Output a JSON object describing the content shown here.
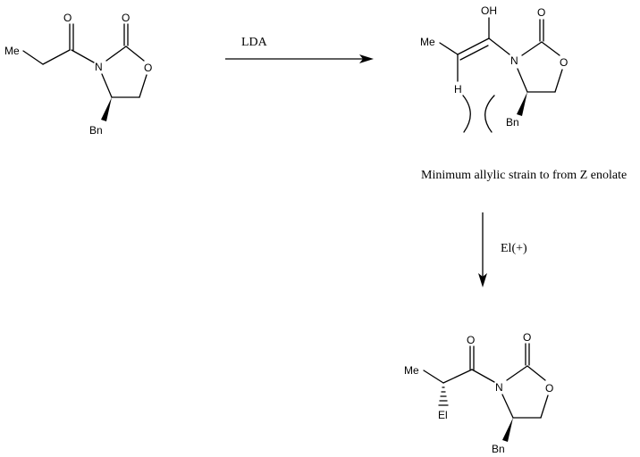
{
  "reagents": {
    "step1": "LDA",
    "step2": "El(+)"
  },
  "caption": "Minimum allylic strain to from Z enolate",
  "atoms": {
    "me": "Me",
    "o": "O",
    "n": "N",
    "oh": "OH",
    "h": "H",
    "bn": "Bn",
    "el": "El"
  }
}
